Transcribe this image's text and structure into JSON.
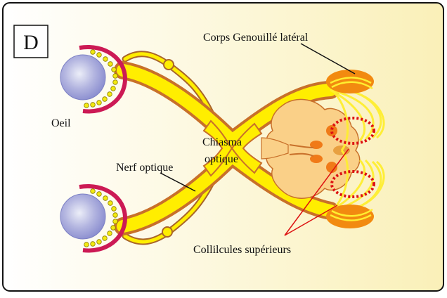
{
  "panel": {
    "letter": "D"
  },
  "labels": {
    "lgn": "Corps Genouillé latéral",
    "eye": "Oeil",
    "chiasma_line1": "Chiasma",
    "chiasma_line2": "optique",
    "optic_nerve": "Nerf optique",
    "colliculi": "Collilcules supérieurs"
  },
  "colors": {
    "background_left": "#ffffff",
    "background_right": "#faf0b8",
    "border": "#111111",
    "nerve_fill": "#ffee00",
    "nerve_outline": "#c8702a",
    "retina": "#cc1a55",
    "eyeball": "#8c8fd0",
    "photoreceptor": "#f2ea10",
    "lgn_fill": "#f28a10",
    "brainstem_fill": "#fad088",
    "nucleus_fill": "#f07a18",
    "radiation": "#ffee30",
    "colliculus_ring": "#dd1111",
    "pointer": "#dd1111"
  }
}
